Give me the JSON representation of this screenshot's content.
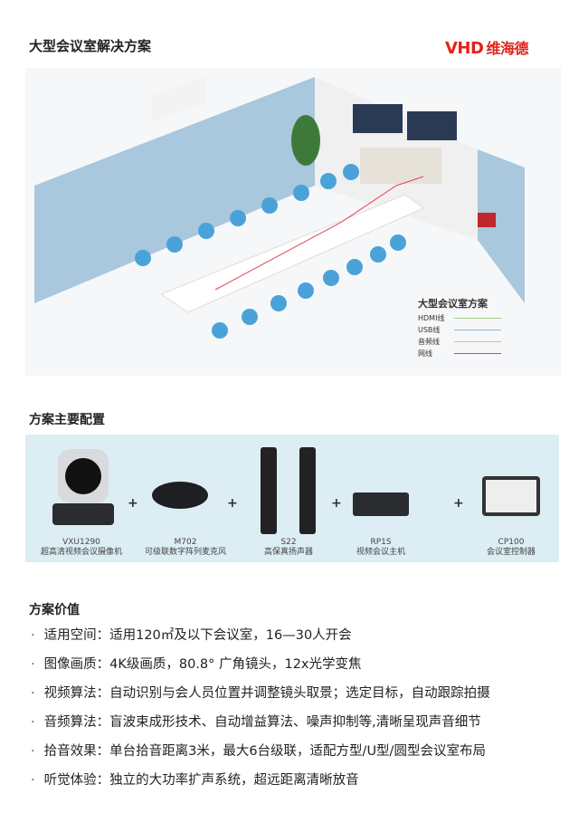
{
  "header": {
    "title": "大型会议室解决方案",
    "logo_latin": "VHD",
    "logo_cn": "维海德"
  },
  "legend": {
    "title": "大型会议室方案",
    "items": [
      {
        "label": "HDMI线",
        "color": "#9fd08a"
      },
      {
        "label": "USB线",
        "color": "#8db7e6"
      },
      {
        "label": "音频线",
        "color": "#f2b27a"
      },
      {
        "label": "网线",
        "color": "#e0455a"
      }
    ]
  },
  "config": {
    "title": "方案主要配置",
    "products": [
      {
        "model": "VXU1290",
        "name": "超高清视频会议摄像机"
      },
      {
        "model": "M702",
        "name": "可级联数字阵列麦克风"
      },
      {
        "model": "S22",
        "name": "高保真扬声器"
      },
      {
        "model": "RP1S",
        "name": "视频会议主机"
      },
      {
        "model": "CP100",
        "name": "会议室控制器"
      }
    ],
    "plus": "+"
  },
  "value": {
    "title": "方案价值",
    "bullet": "·",
    "items": [
      "适用空间：适用120㎡及以下会议室，16—30人开会",
      "图像画质：4K级画质，80.8° 广角镜头，12x光学变焦",
      "视频算法：自动识别与会人员位置并调整镜头取景；选定目标，自动跟踪拍摄",
      "音频算法：盲波束成形技术、自动增益算法、噪声抑制等,清晰呈现声音细节",
      "拾音效果：单台拾音距离3米，最大6台级联，适配方型/U型/圆型会议室布局",
      "听觉体验：独立的大功率扩声系统，超远距离清晰放音"
    ]
  }
}
